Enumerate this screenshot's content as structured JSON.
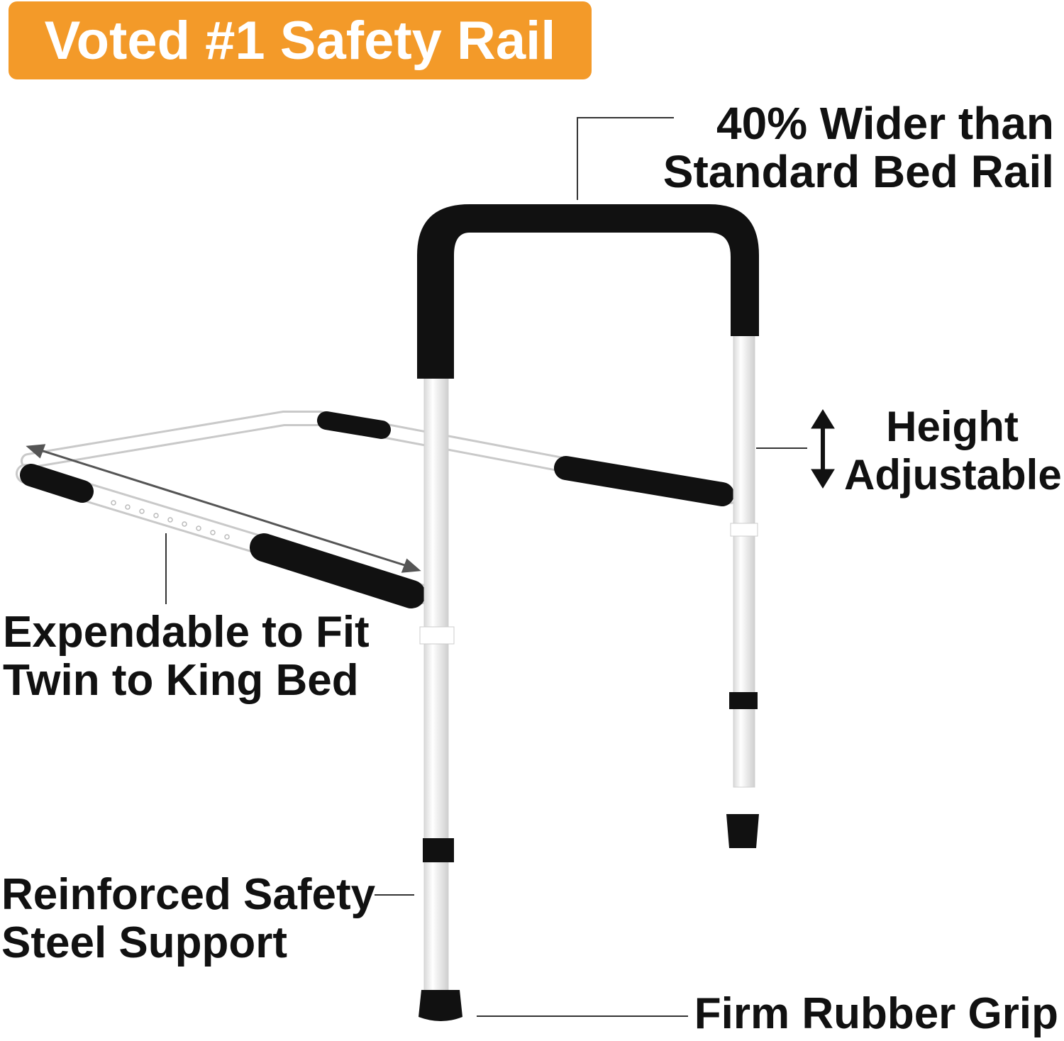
{
  "badge": {
    "text": "Voted #1 Safety Rail"
  },
  "callouts": {
    "wider": {
      "line1": "40% Wider than",
      "line2": "Standard Bed Rail"
    },
    "height": {
      "line1": "Height",
      "line2": "Adjustable"
    },
    "expand": {
      "line1": "Expendable to Fit",
      "line2": "Twin to King Bed"
    },
    "steel": {
      "line1": "Reinforced Safety",
      "line2": "Steel Support"
    },
    "grip": {
      "line1": "Firm Rubber Grip"
    }
  },
  "colors": {
    "badge": "#f39a29",
    "foam": "#111111",
    "steel": "#ffffff",
    "text": "#111111",
    "leader": "#333333"
  },
  "icons": {
    "height_arrow": "double-vertical-arrow-icon",
    "width_arrow": "double-diagonal-arrow-icon"
  }
}
